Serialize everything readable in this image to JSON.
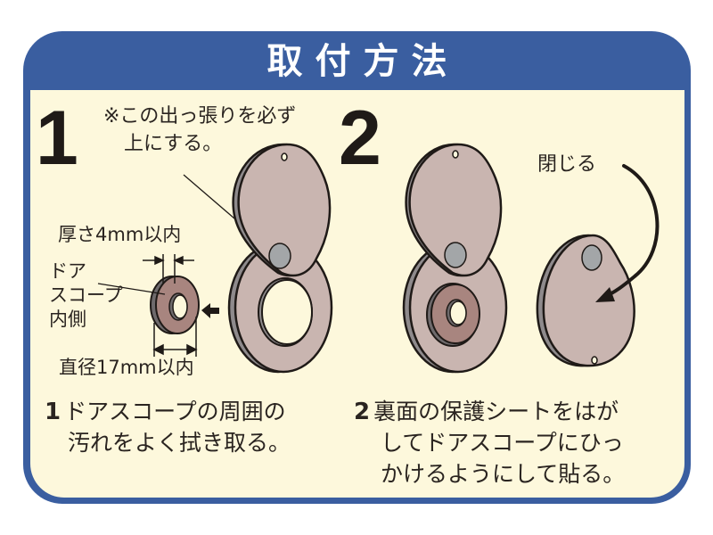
{
  "title": "取付方法",
  "colors": {
    "frame": "#3a5ea0",
    "panel": "#fdf8dc",
    "device": "#c9b5b0",
    "device_edge": "#8e8a8c",
    "bump": "#a3a6a8",
    "scope_ring": "#a8857f",
    "ink": "#1f1a17"
  },
  "step1": {
    "number": "1",
    "note_line1": "※この出っ張りを必ず",
    "note_line2": "上にする。",
    "thickness_label": "厚さ4mm以内",
    "scope_label_line1": "ドア",
    "scope_label_line2": "スコープ",
    "scope_label_line3": "内側",
    "diameter_label": "直径17mm以内",
    "instruction_num": "1",
    "instruction_line1": "ドアスコープの周囲の",
    "instruction_line2": "汚れをよく拭き取る。"
  },
  "step2": {
    "number": "2",
    "close_label": "閉じる",
    "instruction_num": "2",
    "instruction_line1": "裏面の保護シートをはが",
    "instruction_line2": "してドアスコープにひっ",
    "instruction_line3": "かけるようにして貼る。"
  }
}
